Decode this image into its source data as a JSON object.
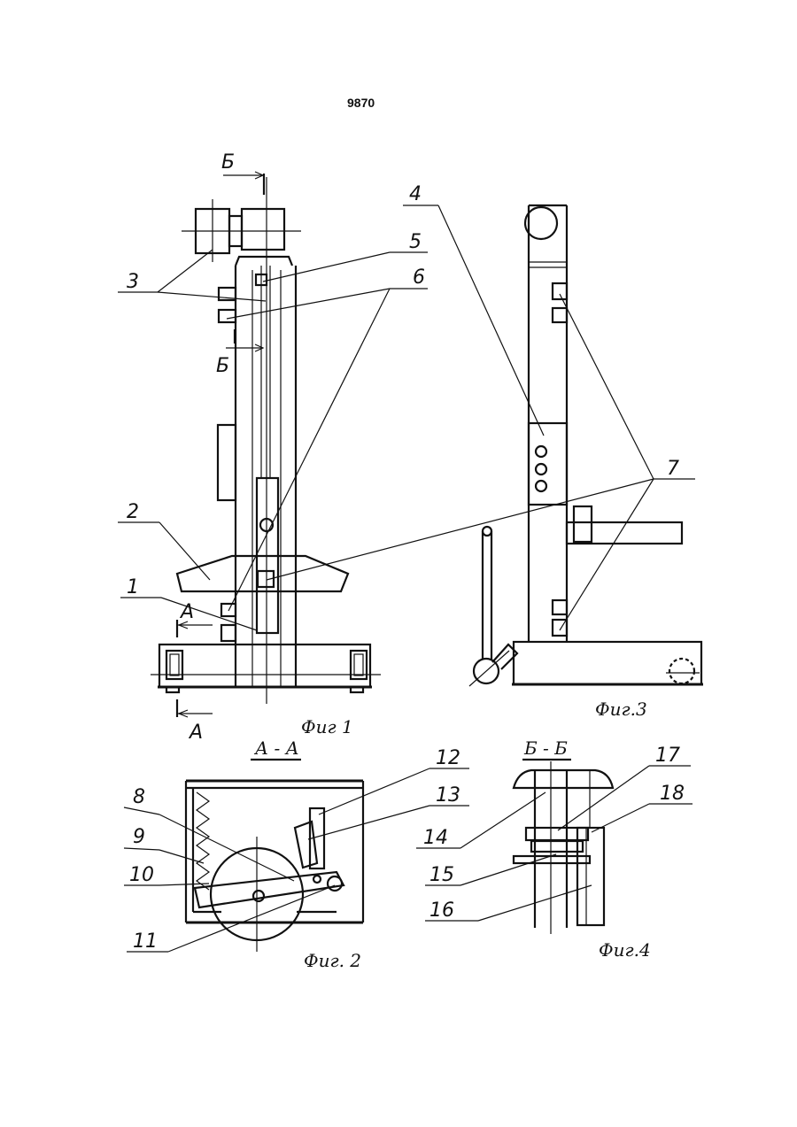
{
  "page": {
    "number": "9870"
  },
  "figures": {
    "fig1": {
      "caption": "Фиг 1"
    },
    "fig2": {
      "caption": "Фиг. 2",
      "section": "А - А"
    },
    "fig3": {
      "caption": "Фиг.3"
    },
    "fig4": {
      "caption": "Фиг.4",
      "section": "Б - Б"
    }
  },
  "section_marks": {
    "a": "А",
    "b": "Б"
  },
  "part_numbers": [
    "1",
    "2",
    "3",
    "4",
    "5",
    "6",
    "7",
    "8",
    "9",
    "10",
    "11",
    "12",
    "13",
    "14",
    "15",
    "16",
    "17",
    "18"
  ]
}
